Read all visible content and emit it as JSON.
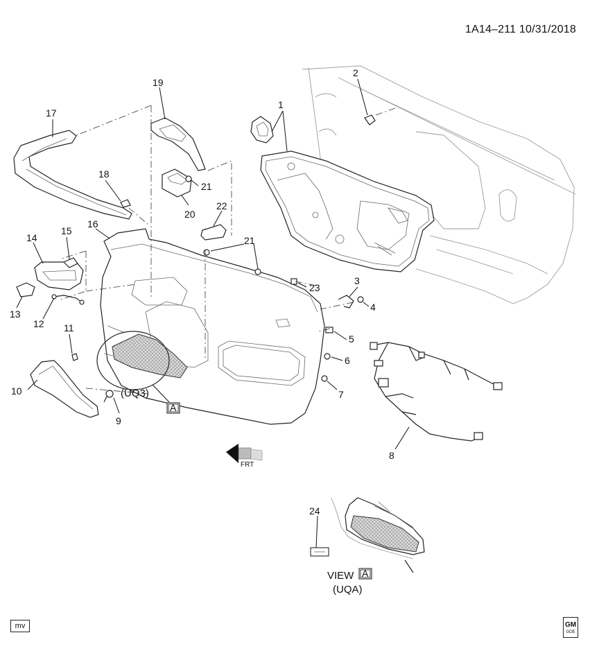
{
  "header": {
    "doc_id": "1A14–211  10/31/2018"
  },
  "footer": {
    "mv_label": "mv",
    "gm_logo": "GM",
    "gm_sub": "GOE"
  },
  "labels": {
    "uq3": "(UQ3)",
    "view_a_word": "VIEW",
    "view_a_letter": "A",
    "uqa": "(UQA)",
    "ref_a": "A",
    "frt": "FRT"
  },
  "callouts": [
    "1",
    "2",
    "3",
    "4",
    "5",
    "6",
    "7",
    "8",
    "9",
    "10",
    "11",
    "12",
    "13",
    "14",
    "15",
    "16",
    "17",
    "18",
    "19",
    "20",
    "21",
    "21",
    "22",
    "23",
    "24"
  ],
  "icons": {
    "front_arrow": "front-arrow-icon",
    "gm_logo": "gm-logo-icon"
  }
}
